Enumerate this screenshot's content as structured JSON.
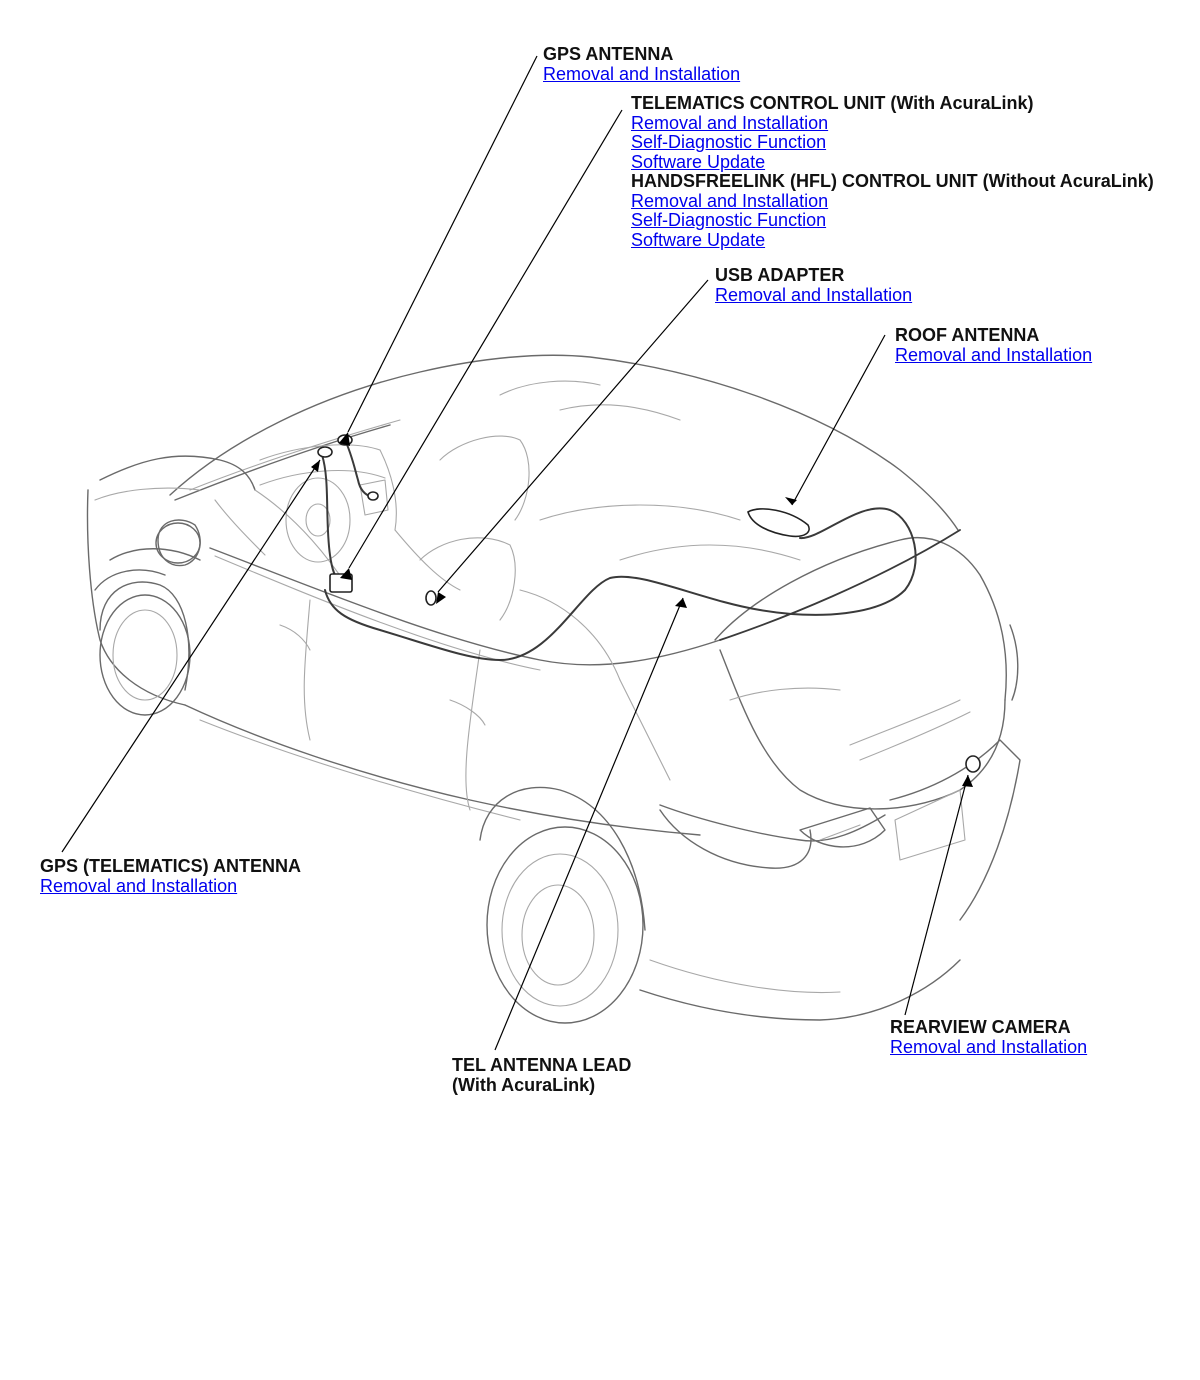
{
  "callouts": {
    "gps_antenna": {
      "title": "GPS ANTENNA",
      "links": [
        "Removal and Installation"
      ]
    },
    "telematics_unit": {
      "title": "TELEMATICS CONTROL UNIT (With AcuraLink)",
      "links": [
        "Removal and Installation",
        "Self-Diagnostic Function",
        "Software Update"
      ]
    },
    "hfl_unit": {
      "title": "HANDSFREELINK (HFL) CONTROL UNIT (Without AcuraLink)",
      "links": [
        "Removal and Installation",
        "Self-Diagnostic Function",
        "Software Update"
      ]
    },
    "usb_adapter": {
      "title": "USB ADAPTER",
      "links": [
        "Removal and Installation"
      ]
    },
    "roof_antenna": {
      "title": "ROOF ANTENNA",
      "links": [
        "Removal and Installation"
      ]
    },
    "gps_telematics_antenna": {
      "title": "GPS (TELEMATICS) ANTENNA",
      "links": [
        "Removal and Installation"
      ]
    },
    "tel_antenna_lead": {
      "title": "TEL ANTENNA LEAD",
      "subtitle": "(With AcuraLink)"
    },
    "rearview_camera": {
      "title": "REARVIEW CAMERA",
      "links": [
        "Removal and Installation"
      ]
    }
  },
  "colors": {
    "link": "#0000ee",
    "text": "#111111",
    "outline": "#6a6a6a",
    "wire": "#3a3a3a"
  }
}
